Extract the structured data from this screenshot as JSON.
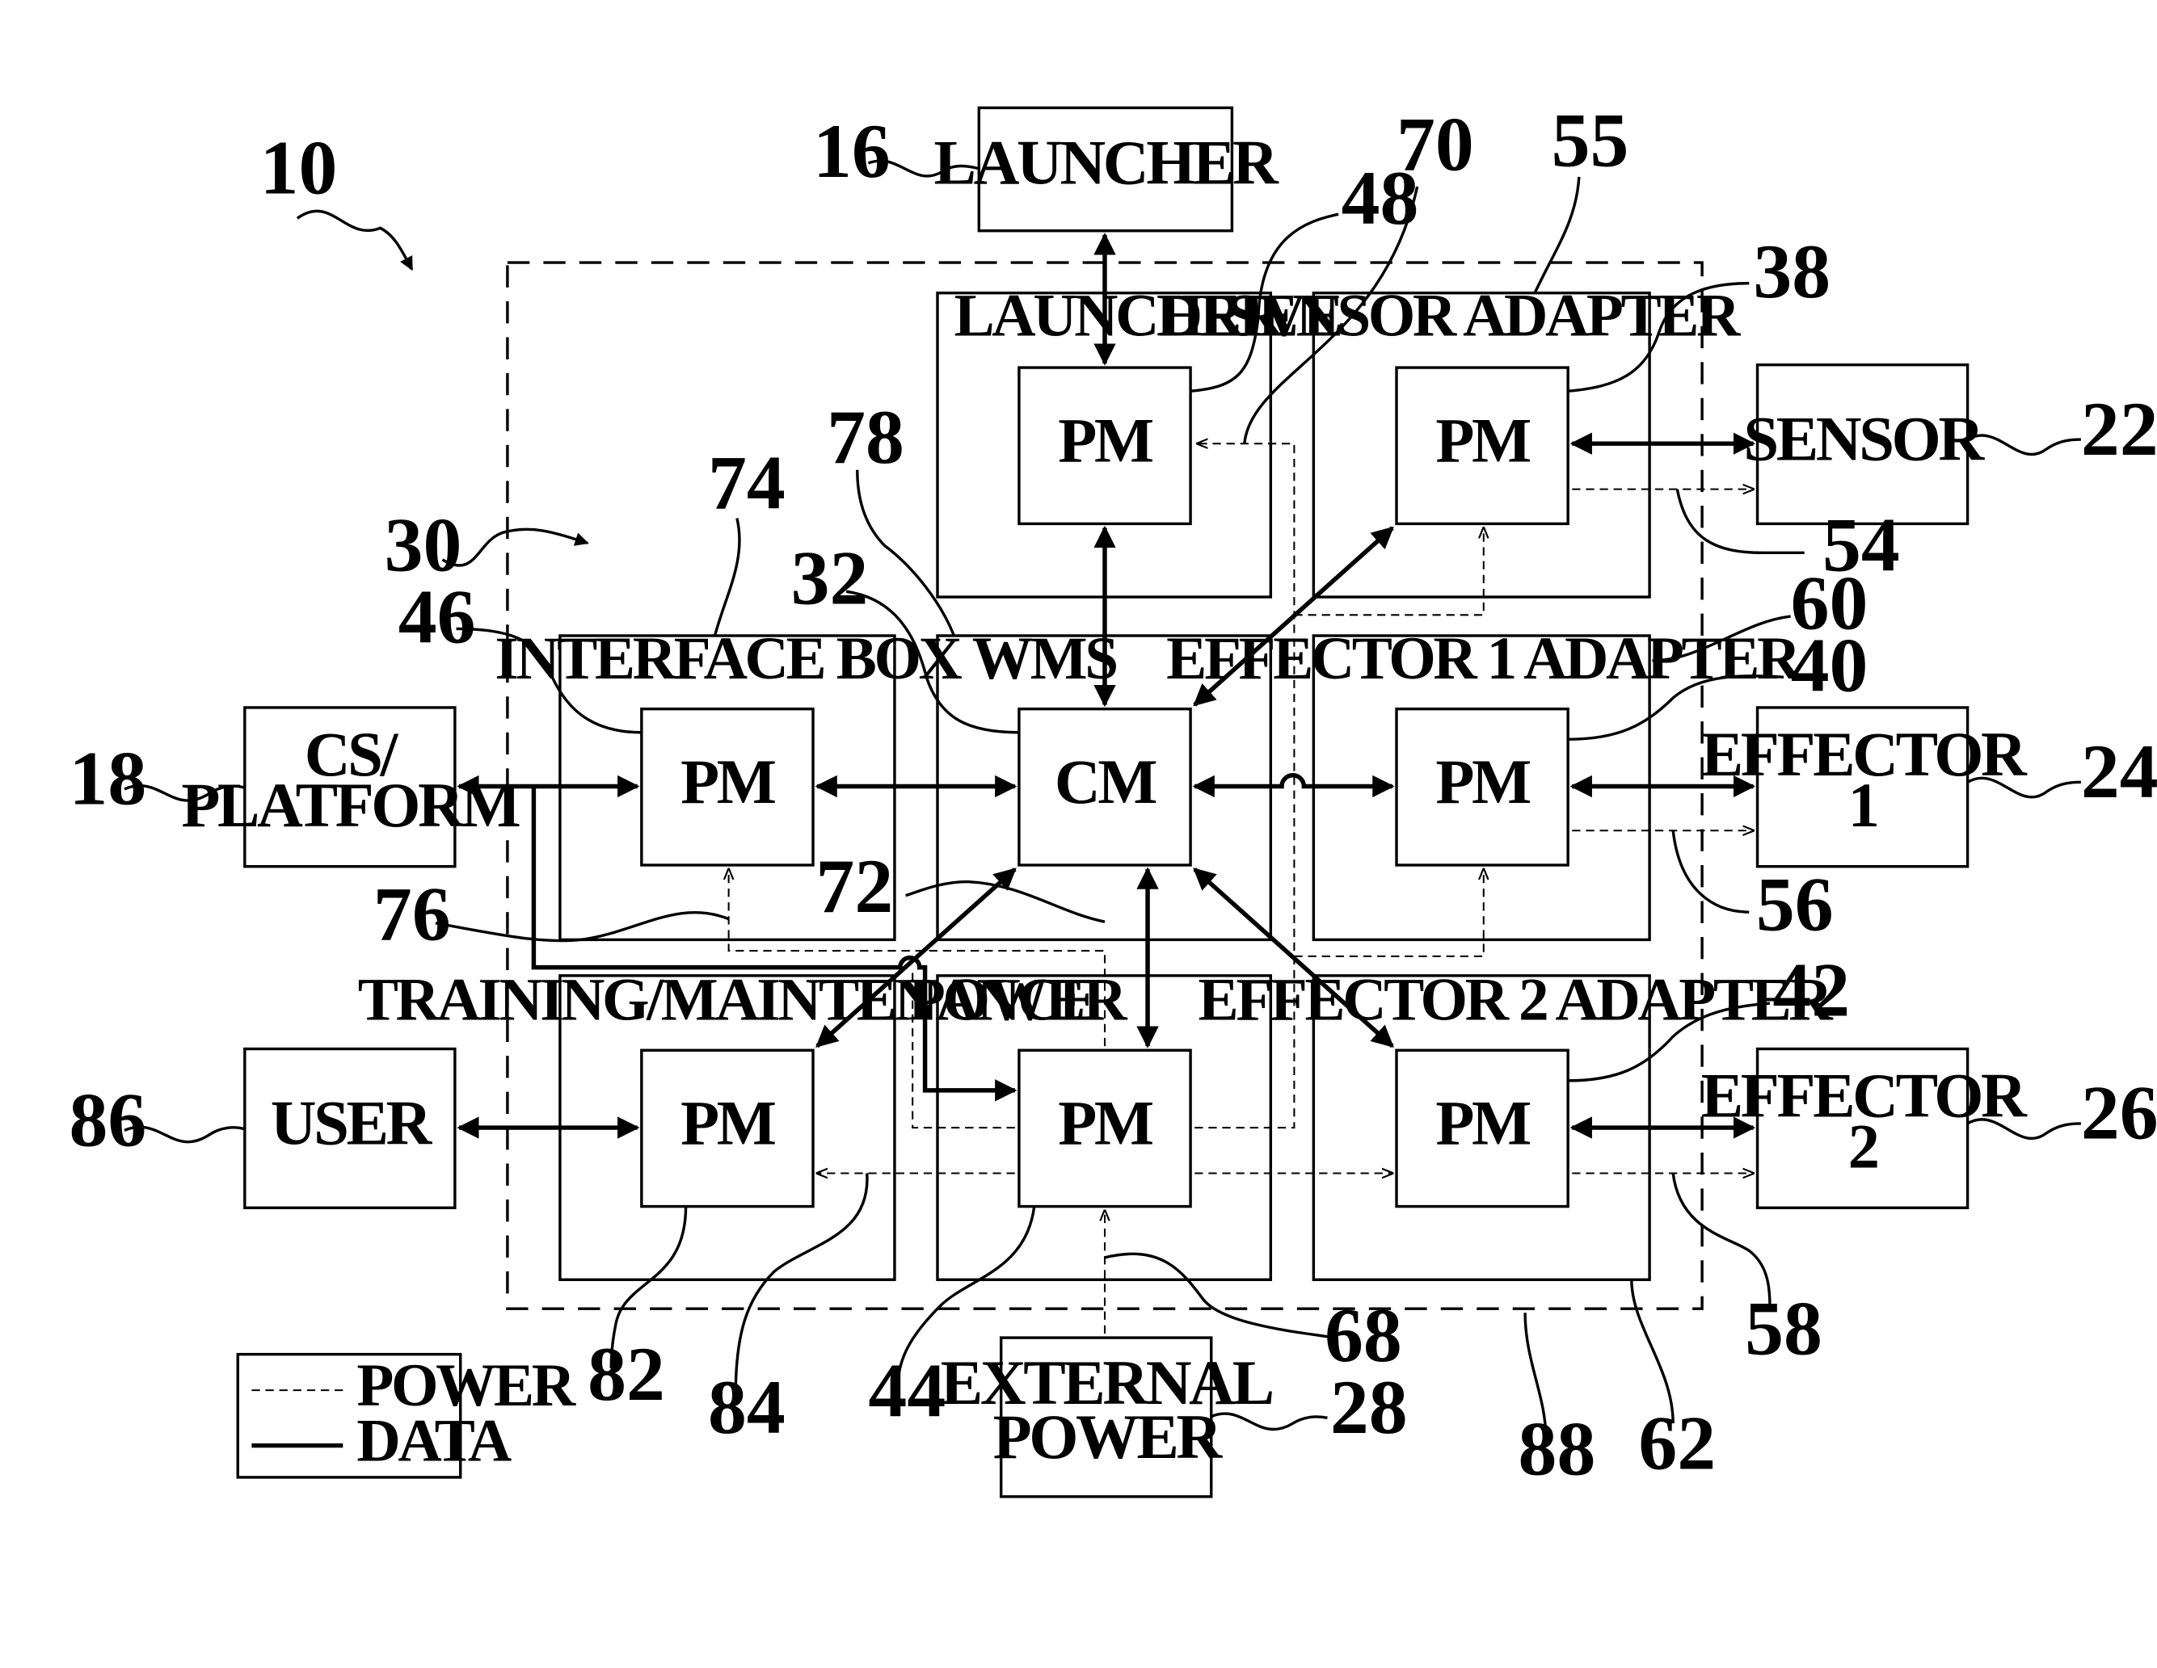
{
  "figure_number": "10",
  "external": {
    "launcher": {
      "label": "LAUNCHER",
      "ref": "16"
    },
    "cs_platform": {
      "line1": "CS/",
      "line2": "PLATFORM",
      "ref": "18"
    },
    "sensor": {
      "label": "SENSOR",
      "ref": "22"
    },
    "effector1": {
      "line1": "EFFECTOR",
      "line2": "1",
      "ref": "24"
    },
    "effector2": {
      "line1": "EFFECTOR",
      "line2": "2",
      "ref": "26"
    },
    "user": {
      "label": "USER",
      "ref": "86"
    },
    "external_power": {
      "line1": "EXTERNAL",
      "line2": "POWER",
      "ref": "28"
    }
  },
  "system": {
    "ref": "30",
    "boundary_ref": "88"
  },
  "sections": {
    "launcher_drive": {
      "label_left": "LAUNCHER",
      "label_right": "DRIVE",
      "module": "PM",
      "module_ref": "48"
    },
    "sensor_adapter": {
      "label": "SENSOR ADAPTER",
      "module": "PM",
      "module_ref": "38",
      "section_ref": "55"
    },
    "interface_box": {
      "label": "INTERFACE BOX",
      "module": "PM",
      "module_ref": "46",
      "section_ref": "74"
    },
    "wms": {
      "label": "WMS",
      "module": "CM",
      "module_ref": "32",
      "section_ref": "78"
    },
    "effector1_adapter": {
      "label": "EFFECTOR 1 ADAPTER",
      "module": "PM",
      "module_ref": "40",
      "section_ref": "60"
    },
    "training_maintenance": {
      "label": "TRAINING/MAINTENANCE",
      "module": "PM",
      "module_ref": "82"
    },
    "power": {
      "label": "POWER",
      "module": "PM",
      "module_ref": "44"
    },
    "effector2_adapter": {
      "label": "EFFECTOR 2 ADAPTER",
      "module": "PM",
      "module_ref": "42",
      "section_ref": "62"
    }
  },
  "connection_refs": {
    "power_to_launcher": "70",
    "power_to_sensor": "54",
    "power_to_effector1": "56",
    "power_to_effector2": "58",
    "power_bus_interface": "76",
    "power_bus_wms": "72",
    "power_bus_training": "84",
    "external_power_line": "68"
  },
  "legend": {
    "power": "POWER",
    "data": "DATA"
  }
}
